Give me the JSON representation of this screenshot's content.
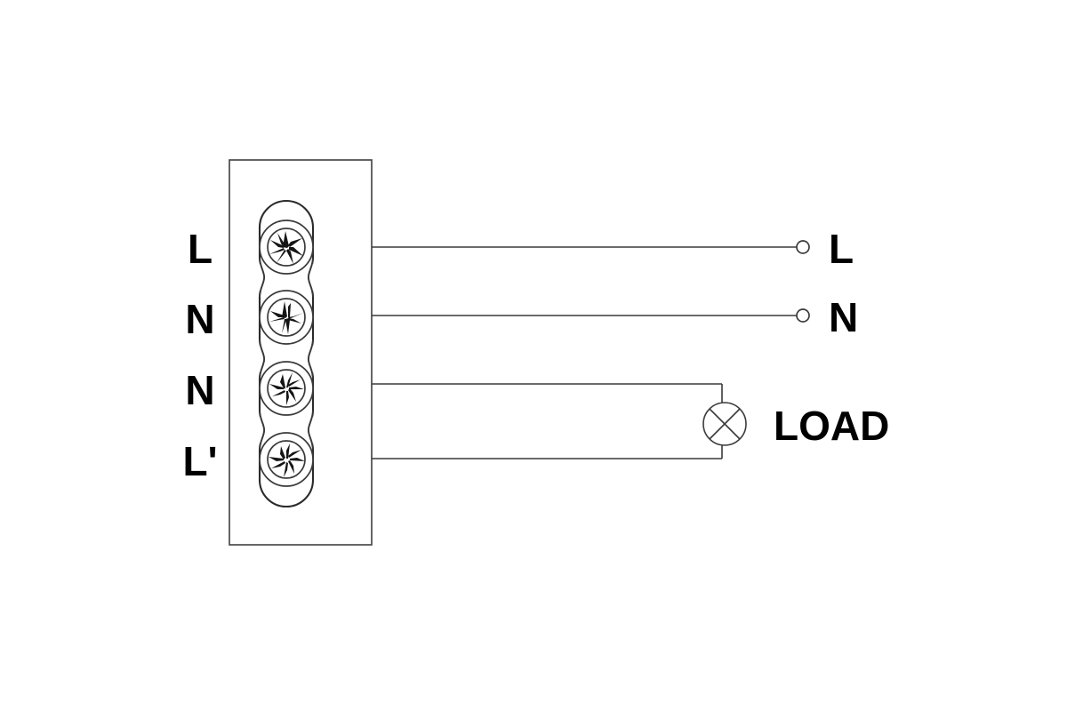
{
  "diagram": {
    "title": "Electrical terminal block wiring diagram",
    "background_color": "#ffffff",
    "line_color": "#3a3a3a",
    "text_color": "#000000"
  },
  "device": {
    "name": "terminal-block-module",
    "terminal_count": 4
  },
  "terminals": [
    {
      "id": "t1",
      "label": "L",
      "screw_slot": "star-irregular"
    },
    {
      "id": "t2",
      "label": "N",
      "screw_slot": "star-irregular"
    },
    {
      "id": "t3",
      "label": "N",
      "screw_slot": "star-irregular"
    },
    {
      "id": "t4",
      "label": "L'",
      "screw_slot": "star-irregular"
    }
  ],
  "supply": {
    "live": {
      "label": "L",
      "node": "open-circle"
    },
    "neutral": {
      "label": "N",
      "node": "open-circle"
    }
  },
  "load": {
    "label": "LOAD",
    "symbol": "lamp-crossed-circle"
  }
}
